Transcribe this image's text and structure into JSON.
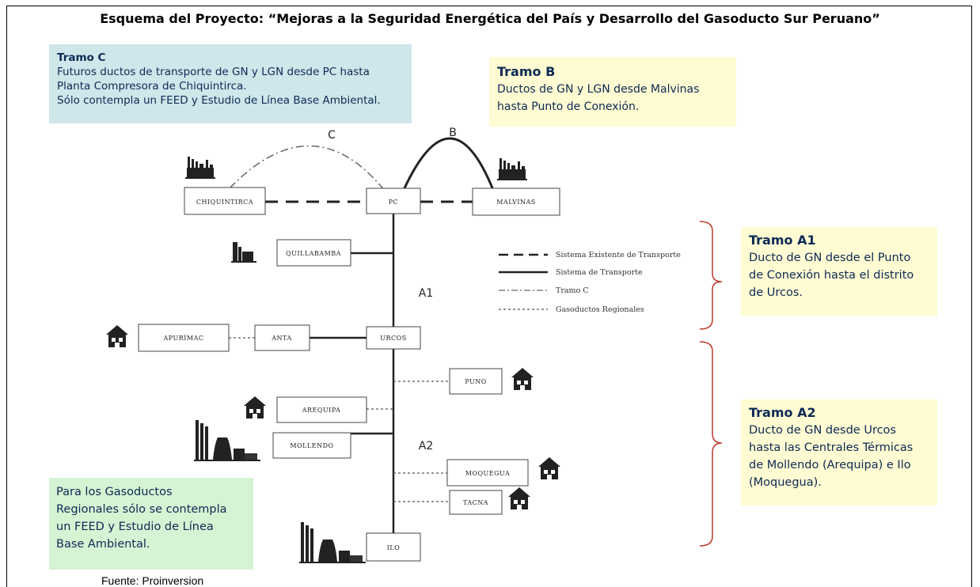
{
  "title": "Esquema del Proyecto: “Mejoras a la Seguridad Energética del País y Desarrollo del Gasoducto Sur Peruano”",
  "tramo_c": {
    "heading": "Tramo C",
    "lines": [
      "Futuros ductos de transporte de GN y LGN desde PC hasta",
      "Planta Compresora de Chiquintirca.",
      "Sólo contempla un FEED y Estudio de Línea Base Ambiental."
    ]
  },
  "tramo_b": {
    "heading": "Tramo B",
    "lines": [
      "Ductos de GN y LGN desde Malvinas",
      "hasta Punto de Conexión."
    ]
  },
  "tramo_a1": {
    "heading": "Tramo A1",
    "lines": [
      "Ducto de GN desde el Punto",
      "de Conexión hasta el distrito",
      "de Urcos."
    ]
  },
  "tramo_a2": {
    "heading": "Tramo A2",
    "lines": [
      "Ducto de GN desde Urcos",
      "hasta las Centrales Térmicas",
      "de Mollendo (Arequipa) e Ilo",
      "(Moquegua)."
    ]
  },
  "regional_note": {
    "lines": [
      "Para los Gasoductos",
      "Regionales sólo se contempla",
      "un FEED y Estudio de Línea",
      "Base Ambiental."
    ]
  },
  "nodes": {
    "chiquintirca": "CHIQUINTIRCA",
    "pc": "PC",
    "malvinas": "MALVINAS",
    "quillabamba": "QUILLABAMBA",
    "apurimac": "APURÍMAC",
    "anta": "ANTA",
    "urcos": "URCOS",
    "puno": "PUNO",
    "arequipa": "AREQUIPA",
    "mollendo": "MOLLENDO",
    "moquegua": "MOQUEGUA",
    "tacna": "TACNA",
    "ilo": "ILO"
  },
  "segment_labels": {
    "c": "C",
    "b": "B",
    "a1": "A1",
    "a2": "A2"
  },
  "legend": [
    "Sistema Existente de Transporte",
    "Sistema de Transporte",
    "Tramo C",
    "Gasoductos Regionales"
  ],
  "icons": [
    "industry-icon",
    "house-icon",
    "power-plant-icon"
  ],
  "colors": {
    "tramo_c_bg": "#cfe6ea",
    "tramo_yellow_bg": "#fffbd2",
    "regional_bg": "#d6f3d3",
    "box_text": "#0d2a55",
    "brace": "#c0392b"
  },
  "source": "Fuente: Proinversion"
}
